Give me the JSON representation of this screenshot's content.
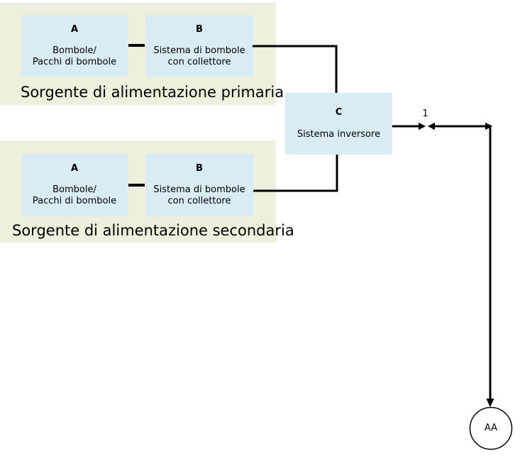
{
  "colors": {
    "region_bg": "#edf0dc",
    "box_bg": "#d9ecf4",
    "line": "#000000",
    "text": "#000000"
  },
  "primary_source": {
    "label": "Sorgente di alimentazione primaria",
    "box_a": {
      "code": "A",
      "line1": "Bombole/",
      "line2": "Pacchi di bombole"
    },
    "box_b": {
      "code": "B",
      "line1": "Sistema di bombole",
      "line2": "con collettore"
    }
  },
  "secondary_source": {
    "label": "Sorgente di alimentazione secondaria",
    "box_a": {
      "code": "A",
      "line1": "Bombole/",
      "line2": "Pacchi di bombole"
    },
    "box_b": {
      "code": "B",
      "line1": "Sistema di bombole",
      "line2": "con collettore"
    }
  },
  "inverter": {
    "code": "C",
    "label": "Sistema inversore"
  },
  "junction_label": "1",
  "outlet_label": "AA"
}
